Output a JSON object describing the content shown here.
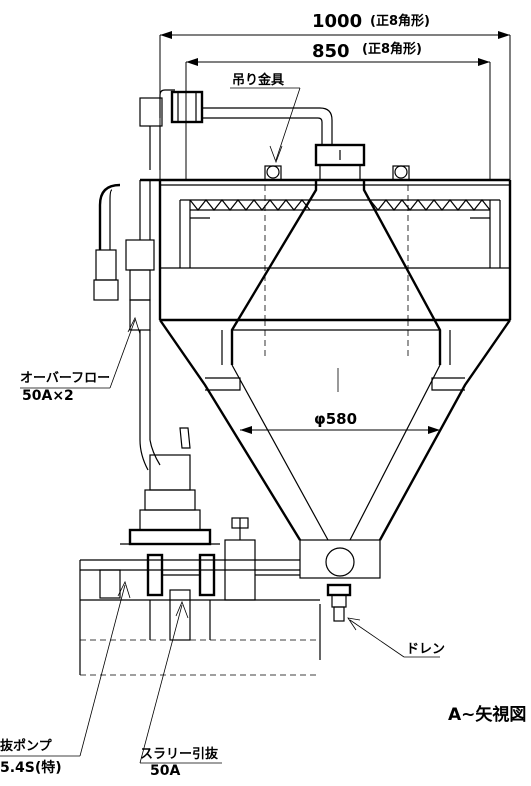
{
  "dimensions": {
    "outer_value": "1000",
    "outer_note": "(正8角形)",
    "inner_value": "850",
    "inner_note": "(正8角形)",
    "diameter": "φ580"
  },
  "labels": {
    "lifting_lug": "吊り金具",
    "overflow_line1": "オーバーフロー",
    "overflow_line2": "50A×2",
    "drain": "ドレン",
    "pump_line1": "抜ポンプ",
    "pump_line2": "5.4S(特)",
    "slurry_line1": "スラリー引抜",
    "slurry_line2": "50A",
    "view_title": "A~矢視図"
  }
}
